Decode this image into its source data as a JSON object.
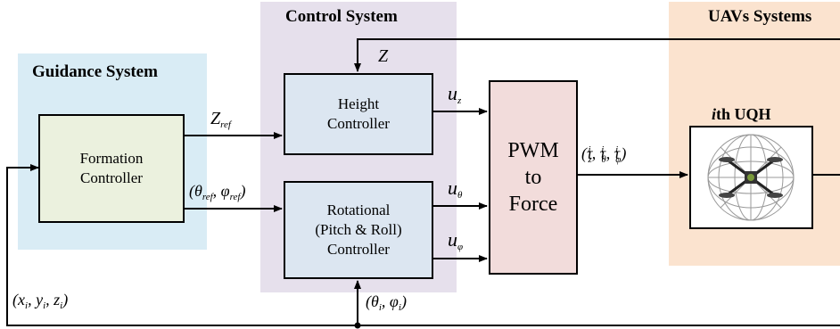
{
  "regions": {
    "guidance": {
      "title": "Guidance System",
      "color": "#d9ecf5"
    },
    "control": {
      "title": "Control System",
      "color": "#e6e0ec"
    },
    "uav": {
      "title": "UAVs Systems",
      "color": "#fbe3cf"
    }
  },
  "blocks": {
    "formation": {
      "label": "Formation\nController",
      "color": "#ebf1de"
    },
    "height": {
      "label": "Height\nController",
      "color": "#dce6f1"
    },
    "rotational": {
      "label": "Rotational\n(Pitch & Roll)\nController",
      "color": "#dce6f1"
    },
    "pwm": {
      "label": "PWM\nto\nForce",
      "color": "#f2dcdb"
    },
    "uqh": {
      "title_italic": "i",
      "title_rest": "th UQH",
      "image_alt": "quadrotor in spherical cage"
    }
  },
  "signals": {
    "z_ref": {
      "main": "Z",
      "sub": "ref"
    },
    "z_feedback": {
      "main": "Z"
    },
    "theta_phi_ref": {
      "open": "(",
      "theta": "θ",
      "theta_sub": "ref",
      "comma": ", ",
      "phi": "φ",
      "phi_sub": "ref",
      "close": ")"
    },
    "u_z": {
      "main": "u",
      "sub": "z"
    },
    "u_theta": {
      "main": "u",
      "sub": "θ"
    },
    "u_phi": {
      "main": "u",
      "sub": "φ"
    },
    "tau": {
      "open": "(",
      "t1": "τ",
      "t1_sup": "i",
      "t1_sub": "z",
      "t2": "τ",
      "t2_sup": "i",
      "t2_sub": "θ",
      "t3": "τ",
      "t3_sup": "i",
      "t3_sub": "φ",
      "close": ")"
    },
    "xyz": {
      "open": "(",
      "x": "x",
      "x_sub": "i",
      "y": "y",
      "y_sub": "i",
      "z": "z",
      "z_sub": "i",
      "close": ")"
    },
    "theta_phi_i": {
      "open": "(",
      "theta": "θ",
      "theta_sub": "i",
      "phi": "φ",
      "phi_sub": "i",
      "close": ")"
    }
  }
}
